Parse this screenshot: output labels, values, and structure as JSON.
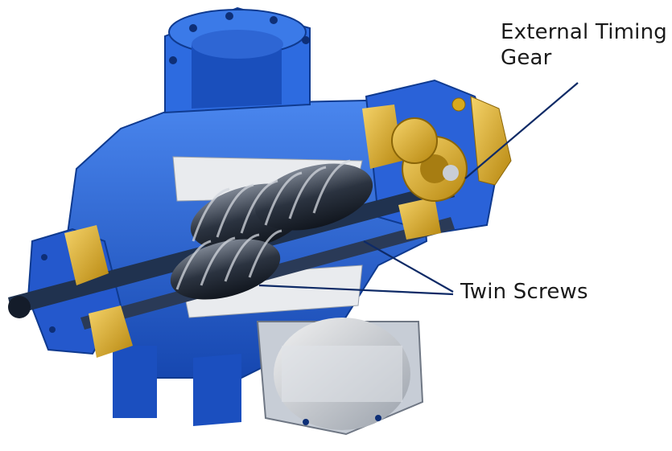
{
  "labels": {
    "timing_gear_line1": "External Timing",
    "timing_gear_line2": "Gear",
    "twin_screws": "Twin Screws"
  },
  "colors": {
    "casing_blue": "#1f5fd6",
    "casing_dark": "#123f9c",
    "casing_light": "#4a86ee",
    "brass": "#e0b12a",
    "steel_dark": "#1e2633",
    "steel_light": "#c9ced6",
    "leader_line": "#0e2a66"
  }
}
